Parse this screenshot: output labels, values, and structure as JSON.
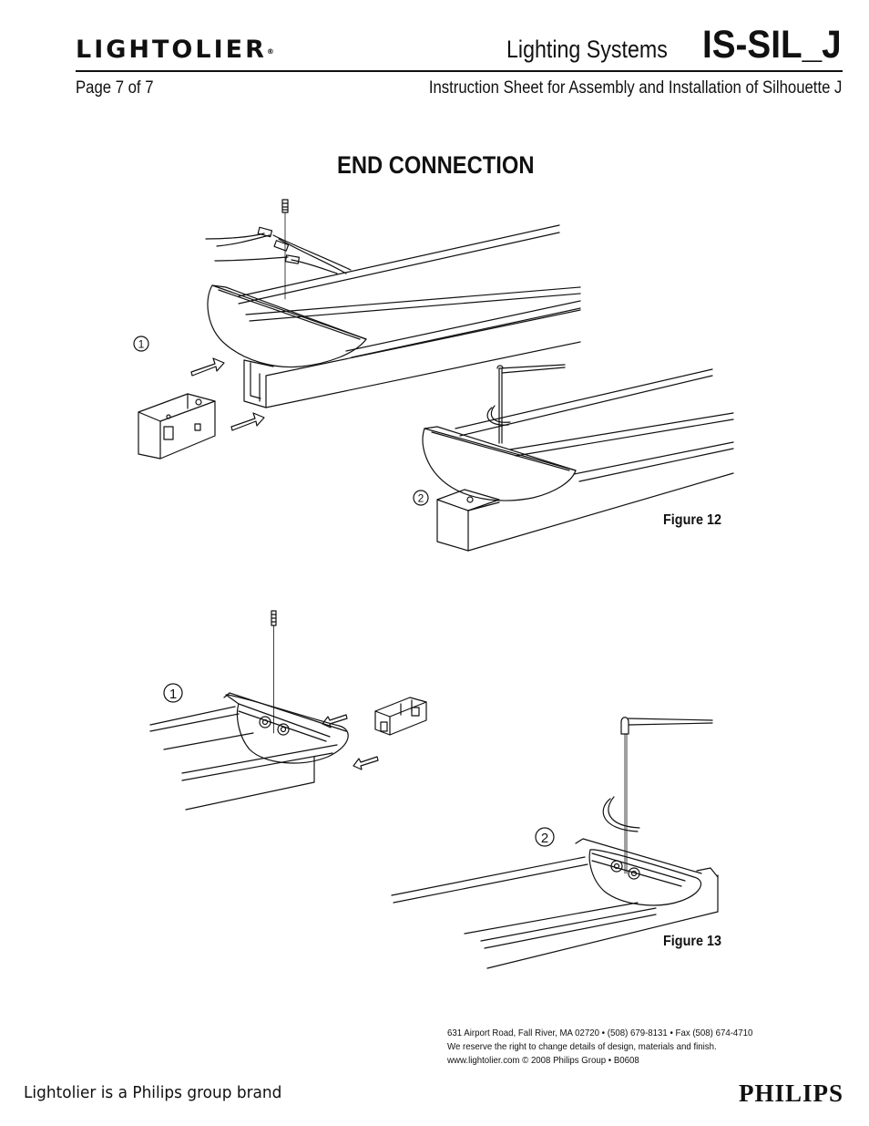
{
  "header": {
    "logo_text": "LIGHTOLIER",
    "logo_mark": "®",
    "system_label": "Lighting Systems",
    "doc_code": "IS-SIL_J",
    "page_number": "Page 7 of 7",
    "subtitle": "Instruction Sheet for Assembly and Installation of Silhouette J"
  },
  "section_title": "END CONNECTION",
  "figures": [
    {
      "caption": "Figure 12",
      "steps": [
        "1",
        "2"
      ]
    },
    {
      "caption": "Figure 13",
      "steps": [
        "1",
        "2"
      ]
    }
  ],
  "footer": {
    "address_lines": [
      "631 Airport Road, Fall River, MA 02720 • (508) 679-8131 • Fax (508) 674-4710",
      "We reserve the right to change details of design, materials and finish.",
      "www.lightolier.com © 2008 Philips Group • B0608"
    ],
    "brand_line": "Lightolier is a Philips group brand",
    "philips_logo": "PHILIPS"
  },
  "icons": [
    "arrow-icon",
    "screw-icon",
    "hex-key-icon",
    "connector-icon"
  ]
}
